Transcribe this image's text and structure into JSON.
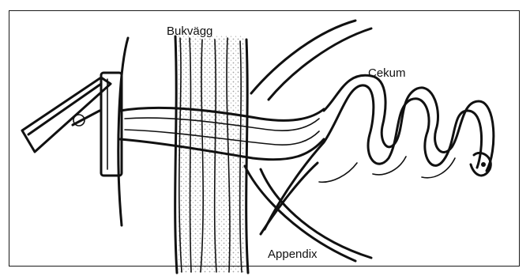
{
  "labels": {
    "abdominal_wall": "Bukvägg",
    "cecum": "Cekum",
    "appendix": "Appendix"
  },
  "colors": {
    "ink": "#111111",
    "background": "#ffffff",
    "stipple": "#555555"
  }
}
